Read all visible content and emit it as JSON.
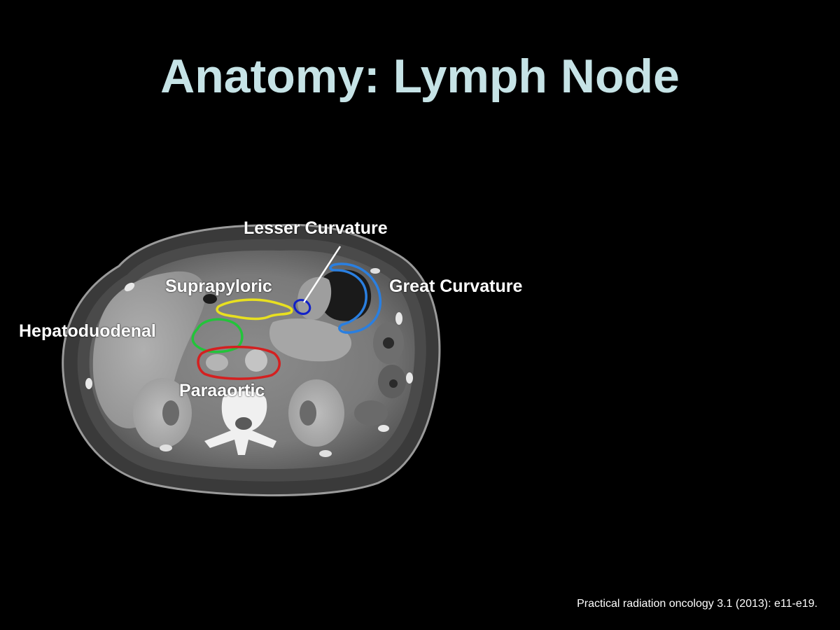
{
  "slide": {
    "title": "Anatomy: Lymph Node",
    "citation": "Practical radiation oncology 3.1 (2013): e11-e19."
  },
  "figure": {
    "labels": {
      "lesser_curvature": "Lesser Curvature",
      "suprapyloric": "Suprapyloric",
      "great_curvature": "Great Curvature",
      "hepatoduodenal": "Hepatoduodenal",
      "paraaortic": "Paraaortic"
    },
    "contour_colors": {
      "suprapyloric": "#e8e020",
      "hepatoduodenal": "#22c43a",
      "paraaortic": "#d42020",
      "lesser_curvature": "#1020c8",
      "great_curvature": "#2a7fe0"
    }
  }
}
